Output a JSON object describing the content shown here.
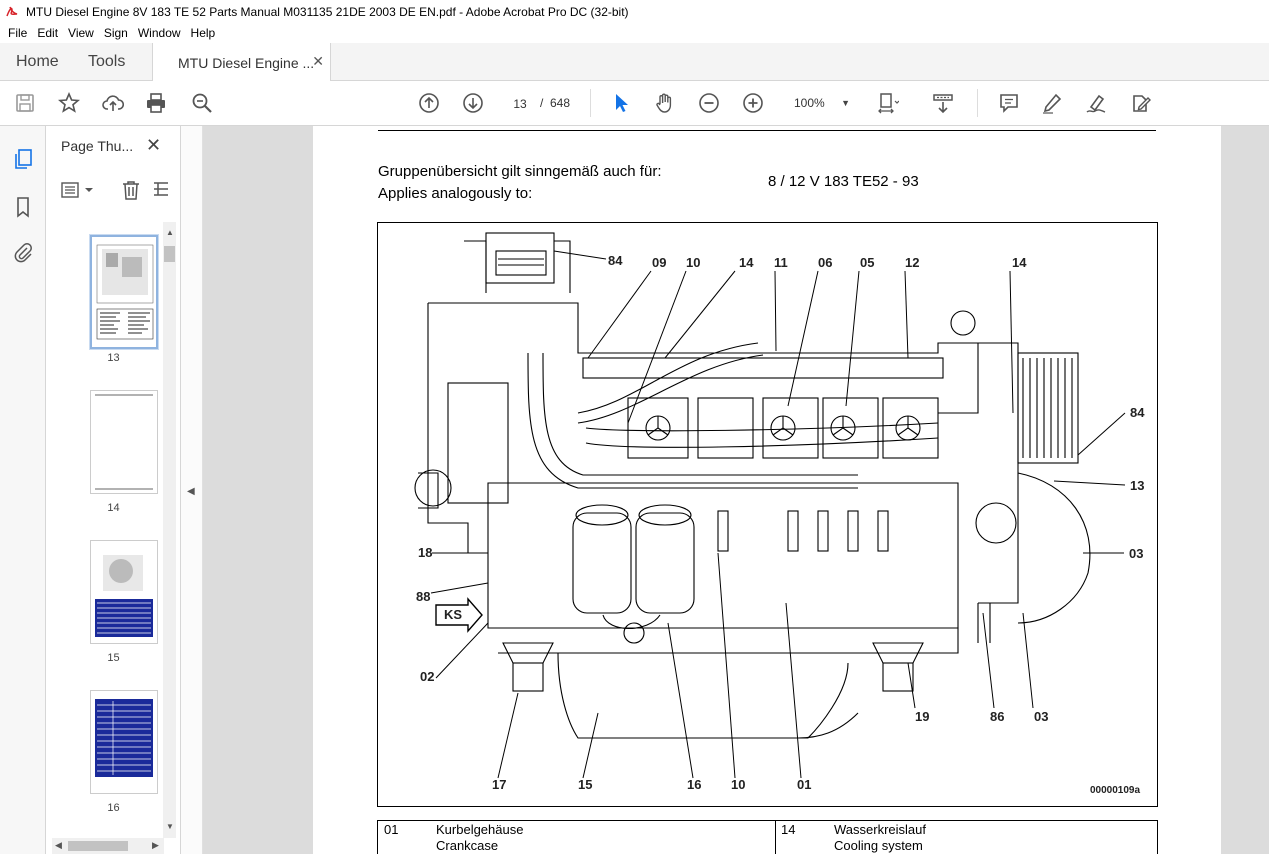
{
  "window": {
    "title": "MTU Diesel Engine 8V 183 TE 52 Parts Manual M031135 21DE 2003 DE EN.pdf - Adobe Acrobat Pro DC (32-bit)"
  },
  "menu": [
    "File",
    "Edit",
    "View",
    "Sign",
    "Window",
    "Help"
  ],
  "tabs": {
    "home": "Home",
    "tools": "Tools",
    "document": "MTU Diesel Engine ...",
    "close": "✕"
  },
  "toolbar": {
    "page_current": "13",
    "page_sep": "/",
    "page_total": "648",
    "zoom": "100%"
  },
  "thumbnails": {
    "title": "Page Thu...",
    "close": "✕",
    "pages": [
      {
        "label": "13",
        "selected": true
      },
      {
        "label": "14",
        "selected": false
      },
      {
        "label": "15",
        "selected": false
      },
      {
        "label": "16",
        "selected": false
      }
    ]
  },
  "document": {
    "group_de": "Gruppenübersicht gilt sinngemäß auch für:",
    "group_en": "Applies analogously to:",
    "models": "8 / 12 V 183 TE52 - 93",
    "figure_id": "00000109a",
    "callouts": {
      "c84a": "84",
      "c09": "09",
      "c10a": "10",
      "c14a": "14",
      "c11": "11",
      "c06": "06",
      "c05": "05",
      "c12": "12",
      "c14b": "14",
      "c84b": "84",
      "c13": "13",
      "c03a": "03",
      "c18": "18",
      "c88": "88",
      "cks": "KS",
      "c02": "02",
      "c19": "19",
      "c86": "86",
      "c03b": "03",
      "c17": "17",
      "c15": "15",
      "c16": "16",
      "c10b": "10",
      "c01": "01"
    },
    "legend": [
      {
        "num": "01",
        "de": "Kurbelgehäuse",
        "en": "Crankcase"
      },
      {
        "num": "14",
        "de": "Wasserkreislauf",
        "en": "Cooling system"
      }
    ]
  },
  "colors": {
    "accent": "#1473e6",
    "toolbar_icon": "#555555",
    "doc_bg": "#dcdcdc",
    "thumb_blue": "#1a2a9a"
  }
}
